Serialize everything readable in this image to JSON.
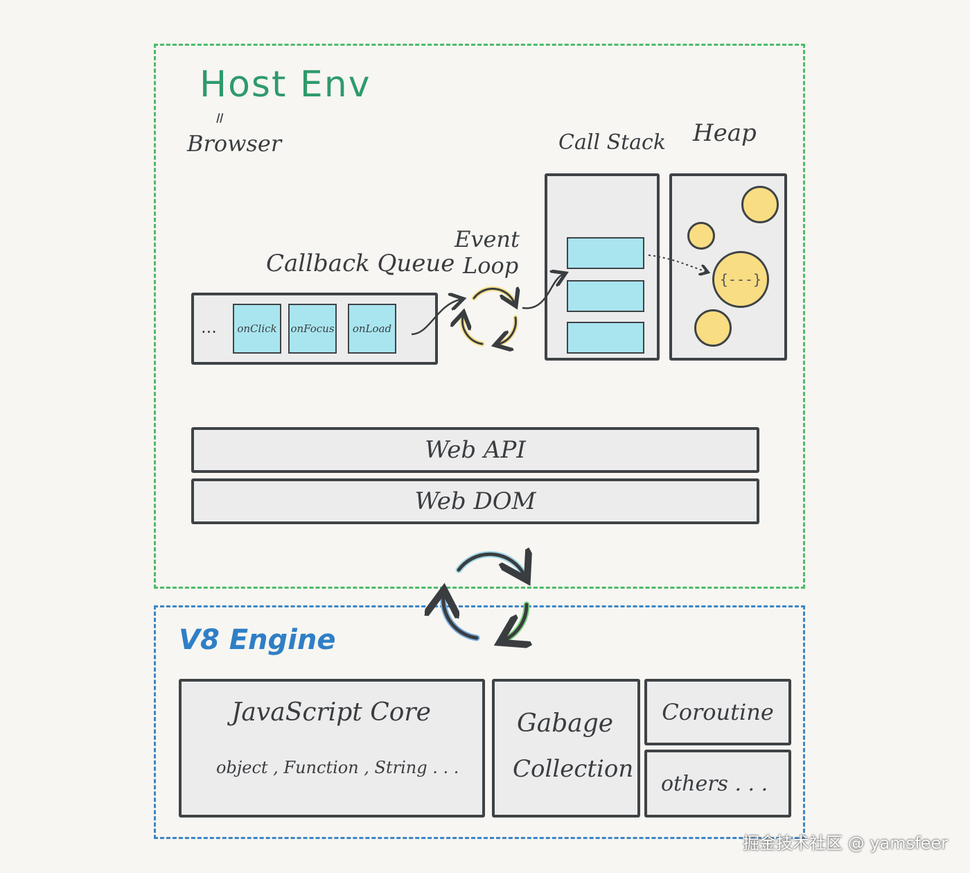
{
  "host": {
    "title": "Host Env",
    "equals": "॥",
    "subtitle": "Browser"
  },
  "labels": {
    "callback_queue": "Callback Queue",
    "event_loop_line1": "Event",
    "event_loop_line2": "Loop",
    "call_stack": "Call Stack",
    "heap": "Heap"
  },
  "queue": {
    "leading": "...",
    "cells": [
      "onClick",
      "onFocus",
      "onLoad"
    ]
  },
  "heap": {
    "object_label": "{---}"
  },
  "web": {
    "api": "Web  API",
    "dom": "Web  DOM"
  },
  "engine": {
    "title": "V8 Engine",
    "js_core_title": "JavaScript  Core",
    "js_core_items": "object , Function , String . . .",
    "gc_line1": "Gabage",
    "gc_line2": "Collection",
    "coroutine": "Coroutine",
    "others": "others . . ."
  },
  "colors": {
    "host_border": "#4dbb6a",
    "engine_border": "#3d86c6",
    "cell_fill": "#a9e5ef",
    "heap_object": "#f9dd83"
  },
  "watermark": "掘金技术社区 @ yamsfeer"
}
